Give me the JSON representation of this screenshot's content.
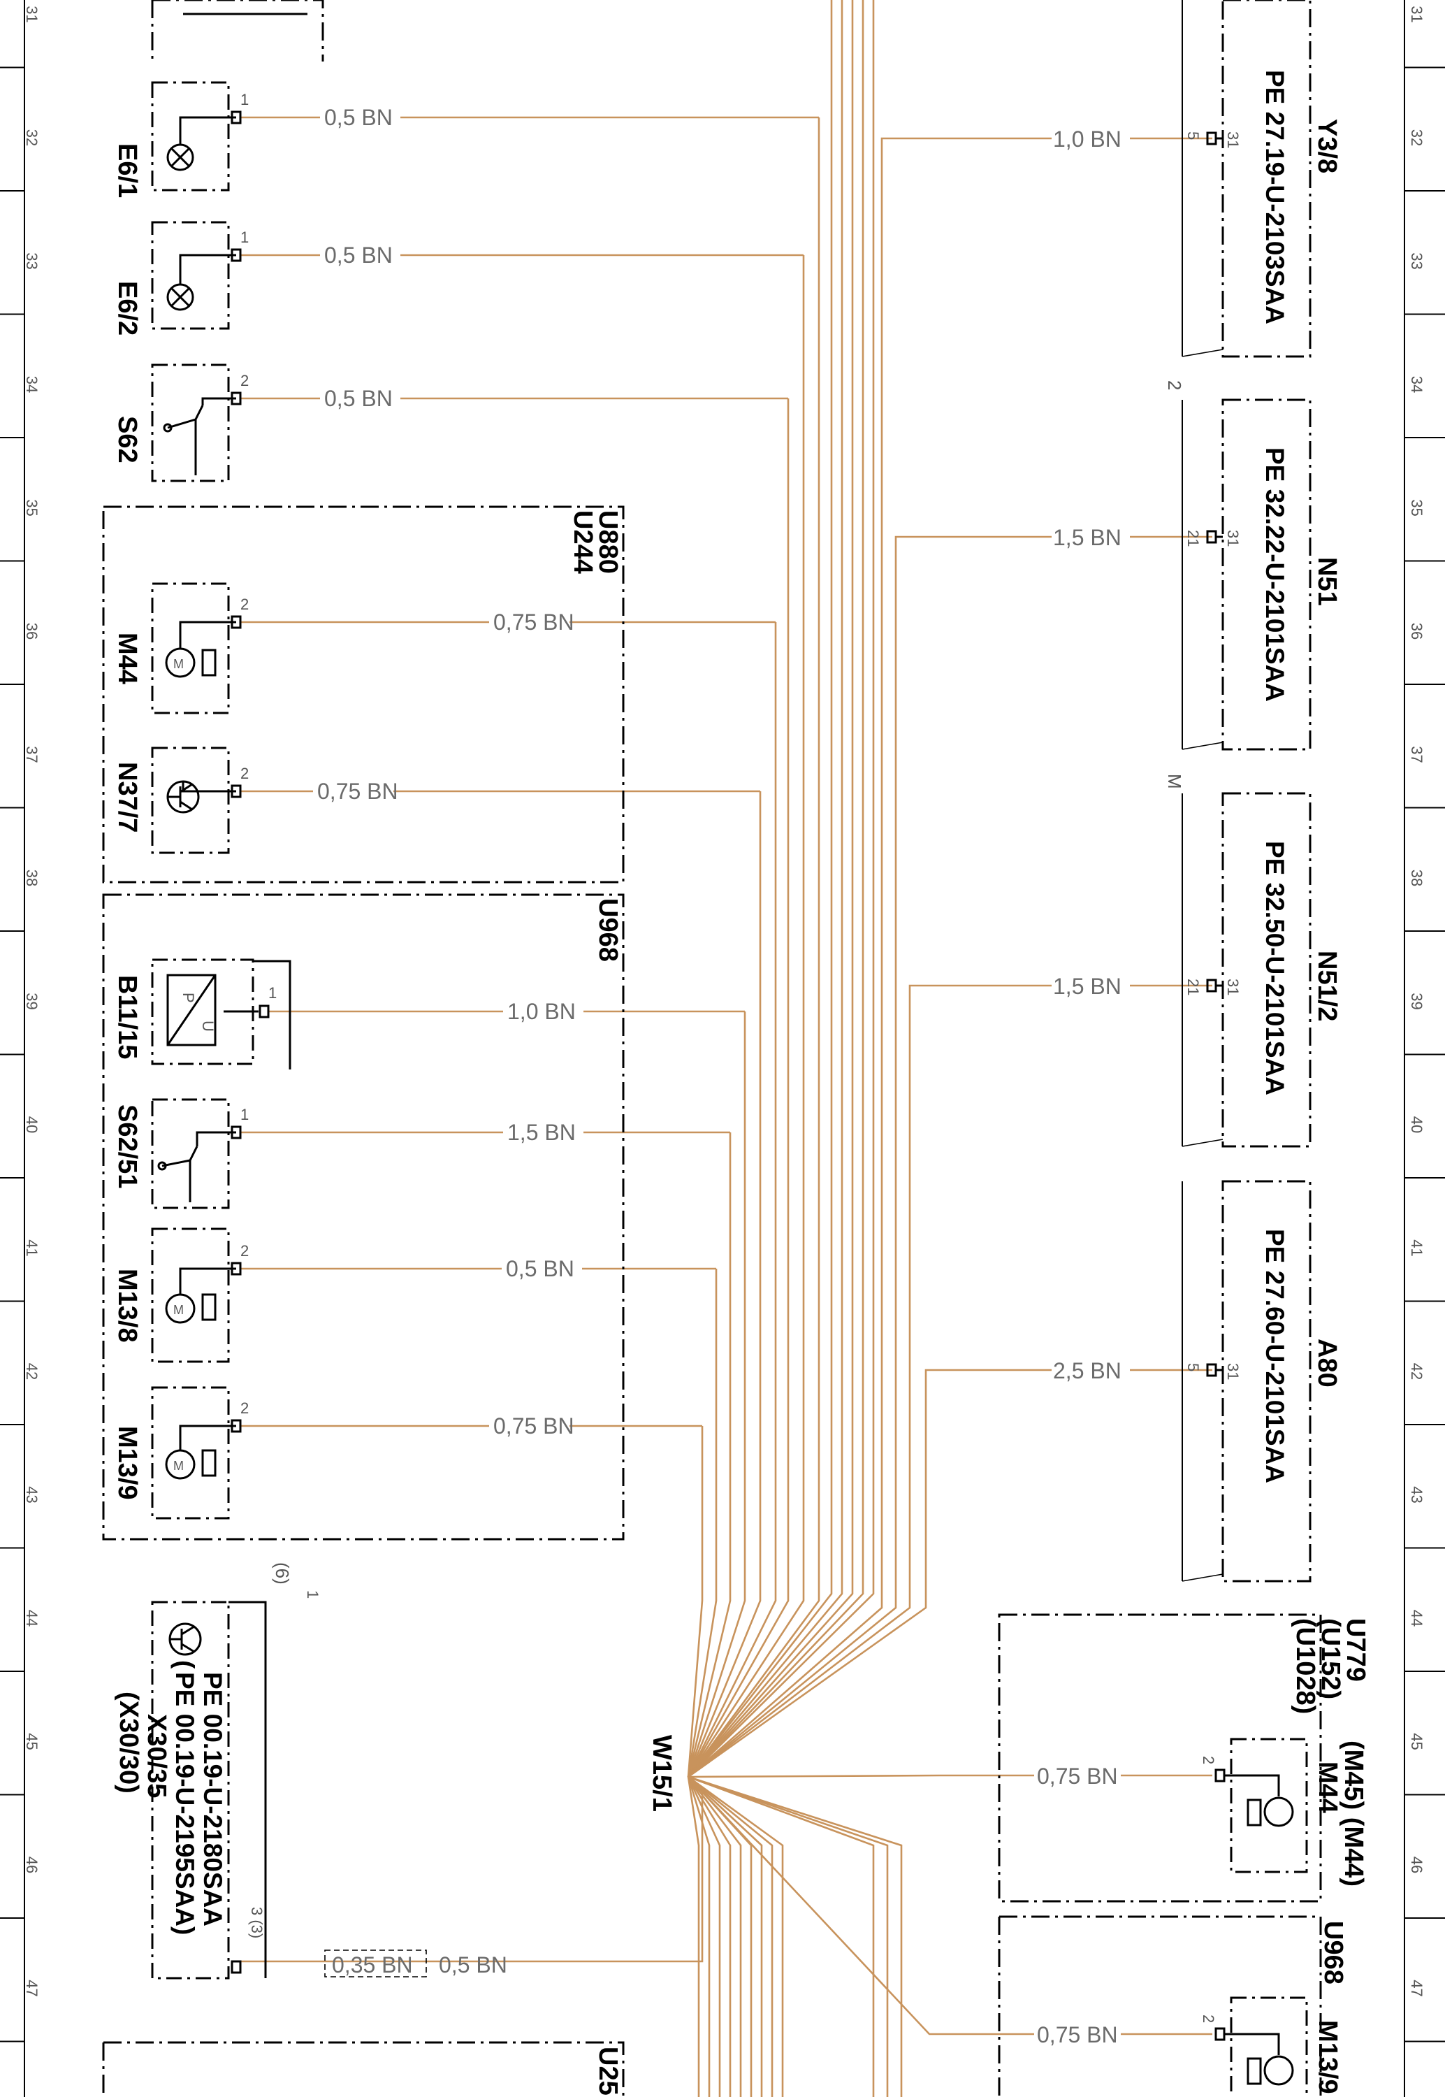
{
  "grid_numbers": [
    "31",
    "32",
    "33",
    "34",
    "35",
    "36",
    "37",
    "38",
    "39",
    "40",
    "41",
    "42",
    "43",
    "44",
    "45",
    "46",
    "47"
  ],
  "connector": "W15/1",
  "left": [
    {
      "id": "E6/1",
      "wire": "0,5 BN",
      "pin": "1"
    },
    {
      "id": "E6/2",
      "wire": "0,5 BN",
      "pin": "1"
    },
    {
      "id": "S62",
      "wire": "0,5 BN",
      "pin": "2"
    },
    {
      "id": "M44",
      "wire": "0,75 BN",
      "pin": "2"
    },
    {
      "id": "N37/7",
      "wire": "0,75 BN",
      "pin": "2"
    },
    {
      "id": "B11/15",
      "wire": "1,0 BN",
      "pin": "1"
    },
    {
      "id": "S62/51",
      "wire": "1,5 BN",
      "pin": "1"
    },
    {
      "id": "M13/8",
      "wire": "0,5 BN",
      "pin": "2"
    },
    {
      "id": "M13/9",
      "wire": "0,75 BN",
      "pin": "2"
    }
  ],
  "groups": {
    "u880": {
      "line1": "U880",
      "line2": "U244"
    },
    "u968": "U968",
    "u25": "U25",
    "u779": {
      "line1": "U779",
      "line2": "(U152)",
      "line3": "(U1028)"
    },
    "u968b": "U968"
  },
  "x30": {
    "id": "X30/35",
    "id_alt": "(X30/30)",
    "pe1": "PE 00.19-U-2180SAA",
    "pe2": "PE 00.19-U-2195SAA)",
    "pe2_prefix": "(",
    "pin_top": "1",
    "pin_top_alt": "(6)",
    "pin_bottom": "3 (3)",
    "wire_a": "0,35 BN",
    "wire_b": "0,5 BN"
  },
  "right": [
    {
      "id": "Y3/8",
      "pe": "PE 27.19-U-2103SAA",
      "wire": "1,0 BN",
      "pin_a": "5",
      "pin_b": "31"
    },
    {
      "id": "N51",
      "pe": "PE 32.22-U-2101SAA",
      "wire": "1,5 BN",
      "pin_a": "21",
      "pin_b": "31",
      "top": "2"
    },
    {
      "id": "N51/2",
      "pe": "PE 32.50-U-2101SAA",
      "wire": "1,5 BN",
      "pin_a": "21",
      "pin_b": "31",
      "top": "M"
    },
    {
      "id": "A80",
      "pe": "PE 27.60-U-2101SAA",
      "wire": "2,5 BN",
      "pin_a": "5",
      "pin_b": "31"
    }
  ],
  "right_bottom": [
    {
      "id": "M44",
      "id_alt": "(M45) (M44)",
      "wire": "0,75 BN",
      "pin": "2"
    },
    {
      "id": "M13/9",
      "wire": "0,75 BN",
      "pin": "2"
    }
  ],
  "colors": {
    "wire": "#c8935c",
    "ink": "#000000",
    "label": "#6b6b6b"
  }
}
